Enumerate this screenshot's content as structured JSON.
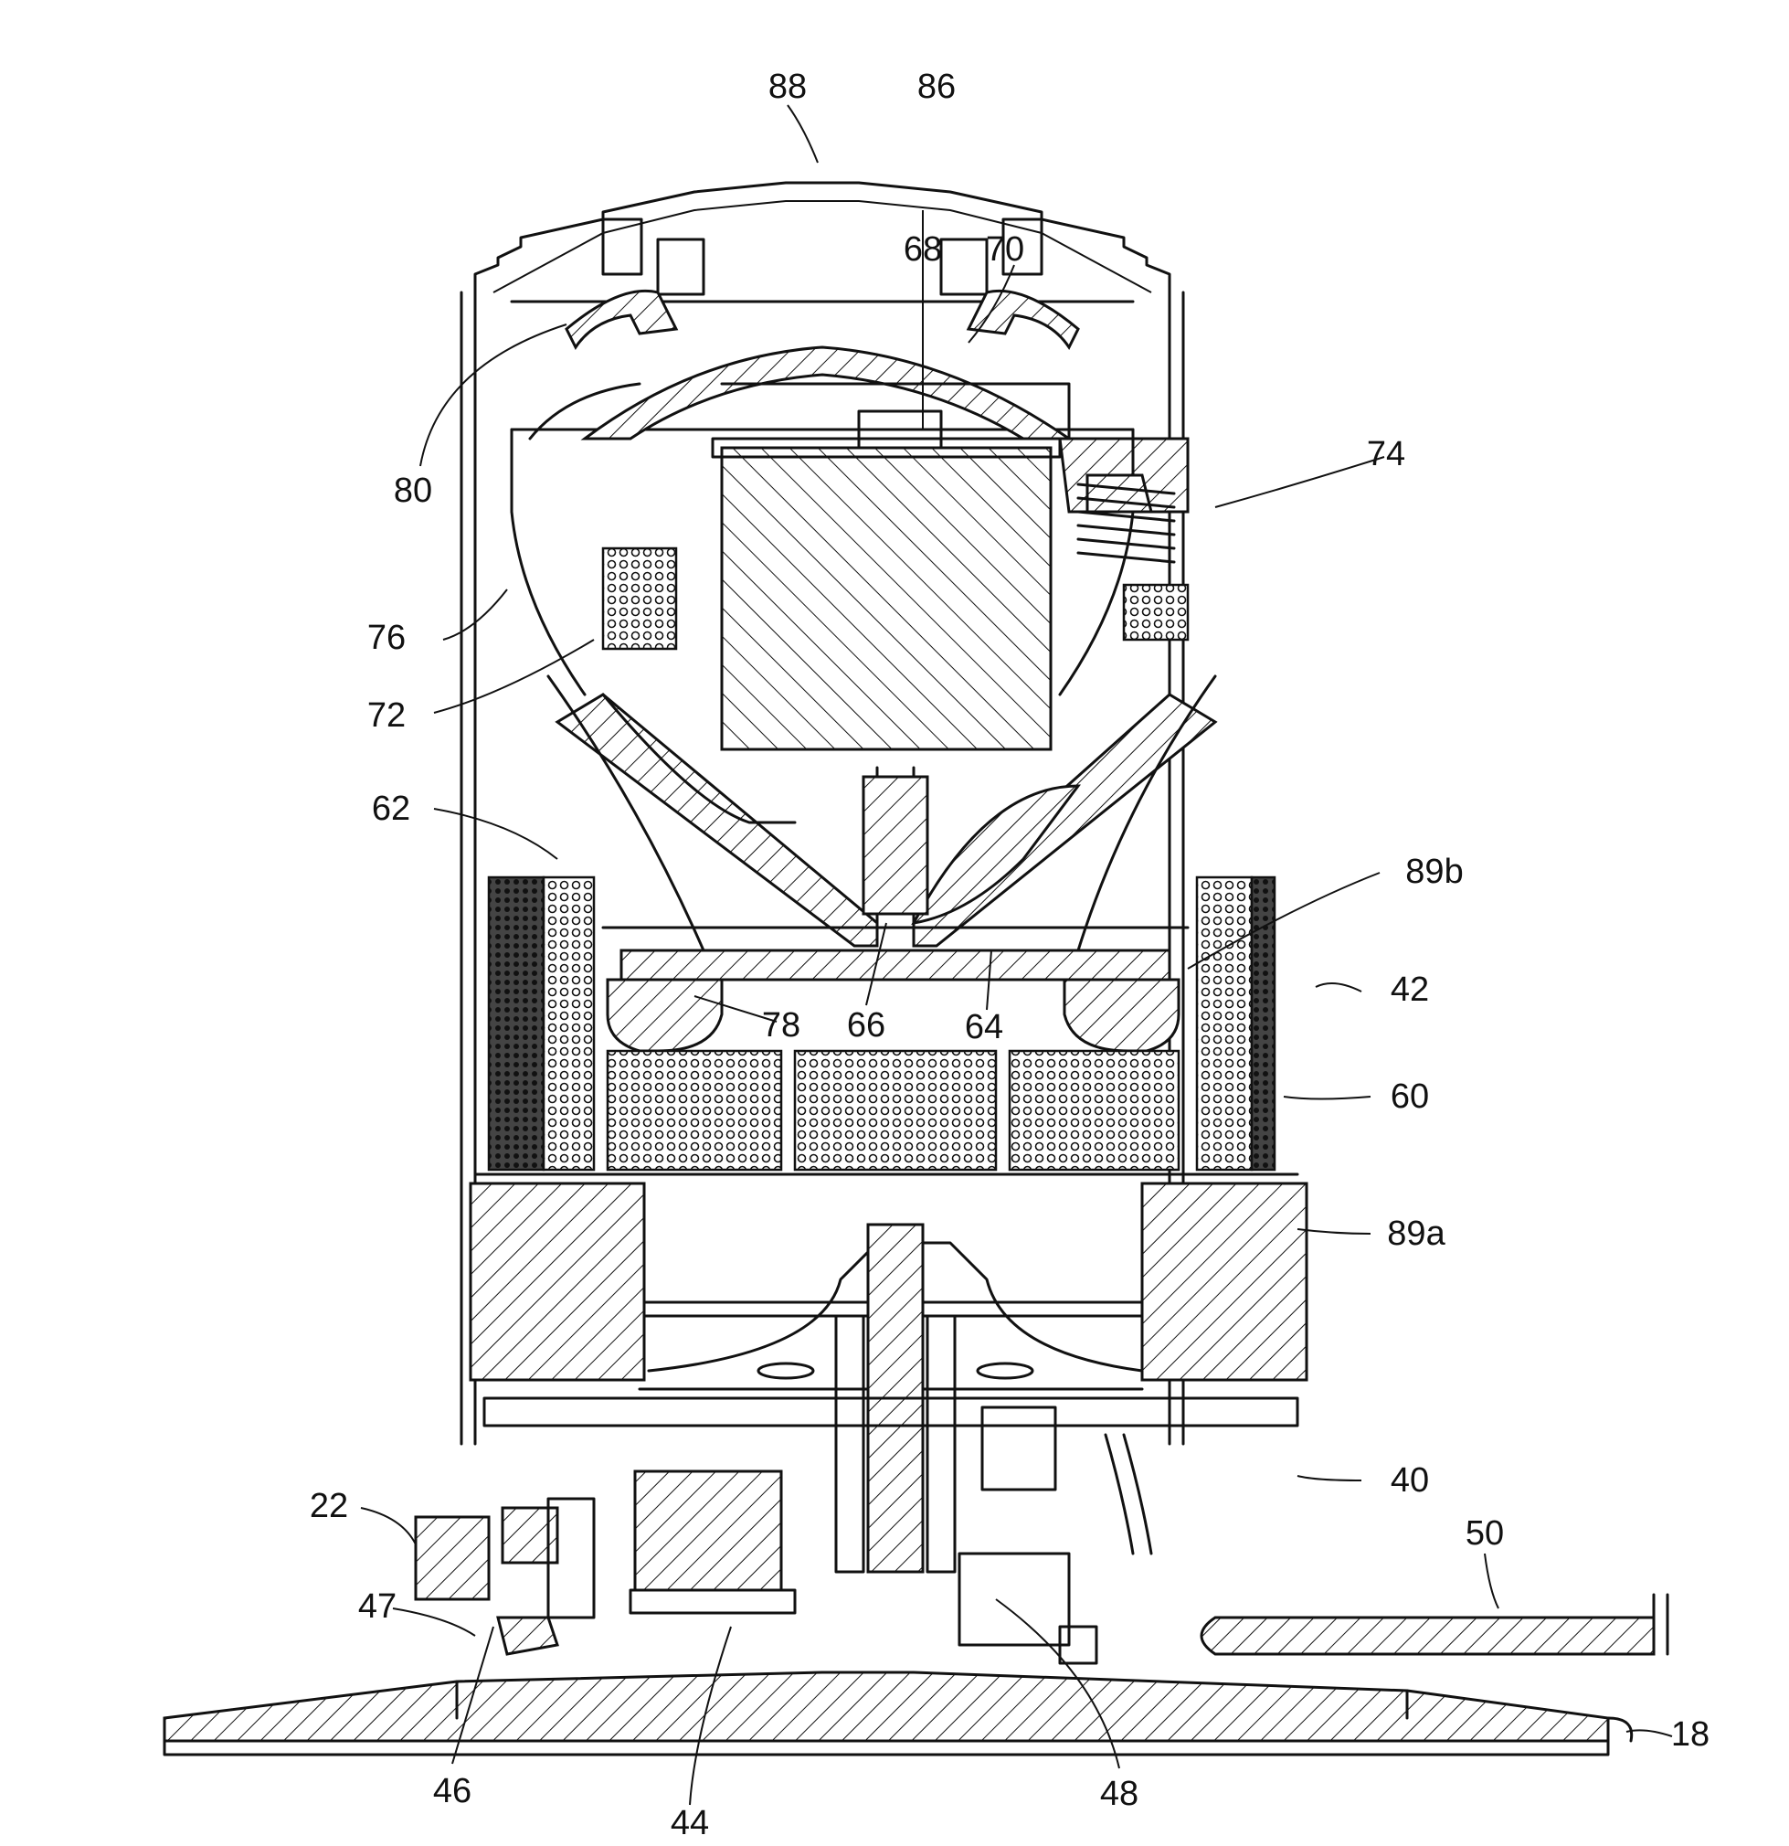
{
  "labels": {
    "l88": "88",
    "l86": "86",
    "l68": "68",
    "l70": "70",
    "l80": "80",
    "l74": "74",
    "l76": "76",
    "l72": "72",
    "l62": "62",
    "l89b": "89b",
    "l42": "42",
    "l78": "78",
    "l66": "66",
    "l64": "64",
    "l60": "60",
    "l89a": "89a",
    "l22": "22",
    "l40": "40",
    "l50": "50",
    "l47": "47",
    "l18": "18",
    "l46": "46",
    "l44": "44",
    "l48": "48"
  }
}
